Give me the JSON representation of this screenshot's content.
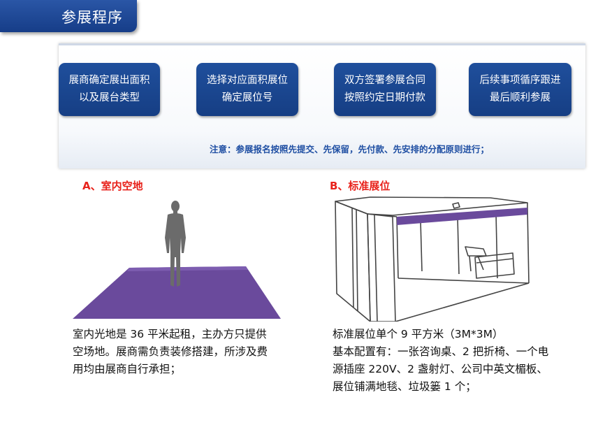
{
  "title": "参展程序",
  "steps": [
    {
      "line1": "展商确定展出面积",
      "line2": "以及展台类型"
    },
    {
      "line1": "选择对应面积展位",
      "line2": "确定展位号"
    },
    {
      "line1": "双方签署参展合同",
      "line2": "按照约定日期付款"
    },
    {
      "line1": "后续事项循序跟进",
      "line2": "最后顺利参展"
    }
  ],
  "note": "注意：参展报名按照先提交、先保留，先付款、先安排的分配原则进行；",
  "section_a": {
    "title": "A、室内空地",
    "desc_lines": [
      "室内光地是 36 平米起租，主办方只提供",
      "空场地。展商需负责装修搭建，所涉及费",
      "用均由展商自行承担；"
    ]
  },
  "section_b": {
    "title": "B、标准展位",
    "desc_lines": [
      "标准展位单个 9 平方米（3M*3M）",
      "基本配置有：一张咨询桌、2 把折椅、一个电",
      "源插座 220V、2 盏射灯、公司中英文楣板、",
      "展位铺满地毯、垃圾篓 1 个；"
    ]
  },
  "colors": {
    "brand_blue": "#1a468f",
    "carpet_purple": "#6a4a9c",
    "section_red": "#e8221b",
    "note_blue": "#1f4fa3"
  }
}
